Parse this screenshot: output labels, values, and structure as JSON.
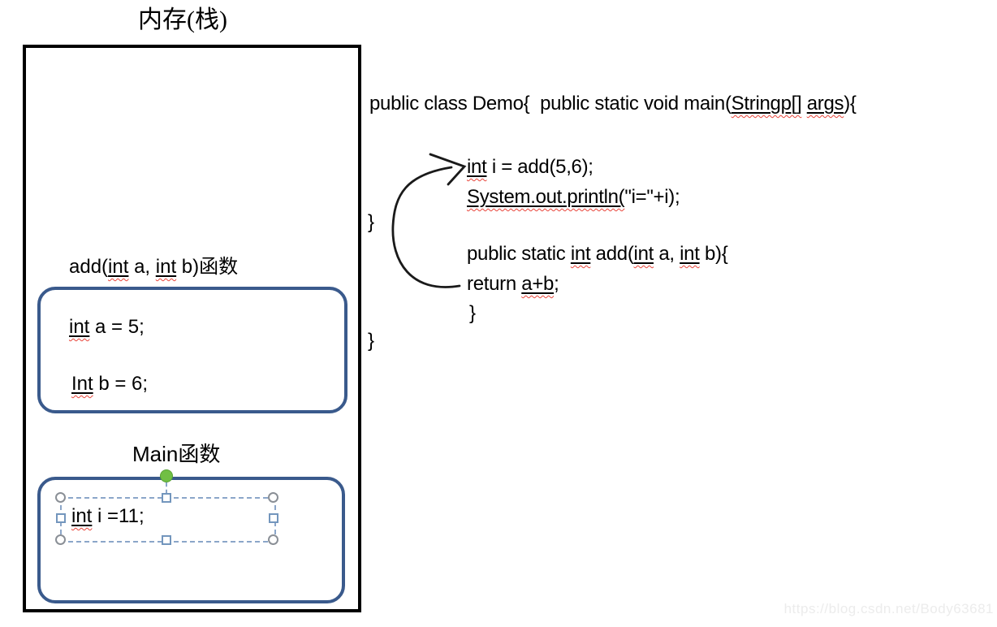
{
  "title": "内存(栈)",
  "watermark": "https://blog.csdn.net/Body63681",
  "colors": {
    "stack_border": "#000000",
    "frame_blue": "#3a5a8c",
    "squiggle_red": "#e8443a",
    "selection_blue": "#7f9fc6",
    "handle_gray": "#8a8f96",
    "rotation_green": "#71bf44",
    "arrow_black": "#1a1a1a",
    "watermark_gray": "#ececec"
  },
  "stack": {
    "add_function": {
      "label_segments": [
        {
          "t": "add("
        },
        {
          "t": "int",
          "u": true
        },
        {
          "t": " a, "
        },
        {
          "t": "int",
          "u": true
        },
        {
          "t": " b)"
        },
        {
          "t": "函数"
        }
      ],
      "vars": [
        {
          "segments": [
            {
              "t": "int",
              "u": true
            },
            {
              "t": " a = 5;"
            }
          ]
        },
        {
          "segments": [
            {
              "t": "Int",
              "u": true
            },
            {
              "t": " b = 6;"
            }
          ]
        }
      ]
    },
    "main_function": {
      "label": "Main函数",
      "var_segments": [
        {
          "t": "int",
          "u": true
        },
        {
          "t": " i =11;"
        }
      ]
    }
  },
  "code": {
    "lines": [
      {
        "segments": [
          {
            "t": "public class Demo{  public static void main("
          },
          {
            "t": "Stringp[]",
            "u": true
          },
          {
            "t": " "
          },
          {
            "t": "args",
            "u": true
          },
          {
            "t": "){"
          }
        ]
      },
      {
        "segments": [
          {
            "t": "int",
            "u": true
          },
          {
            "t": " i = add(5,6);"
          }
        ]
      },
      {
        "segments": [
          {
            "t": "System.out.println(",
            "u": true
          },
          {
            "t": "\"i=\"+i);"
          }
        ]
      },
      {
        "segments": [
          {
            "t": "}"
          }
        ]
      },
      {
        "segments": [
          {
            "t": "public static "
          },
          {
            "t": "int",
            "u": true
          },
          {
            "t": " add("
          },
          {
            "t": "int",
            "u": true
          },
          {
            "t": " a, "
          },
          {
            "t": "int",
            "u": true
          },
          {
            "t": " b){"
          }
        ]
      },
      {
        "segments": [
          {
            "t": "return "
          },
          {
            "t": "a+b",
            "u": true
          },
          {
            "t": ";"
          }
        ]
      },
      {
        "segments": [
          {
            "t": "}"
          }
        ]
      },
      {
        "segments": [
          {
            "t": "}"
          }
        ]
      }
    ]
  }
}
